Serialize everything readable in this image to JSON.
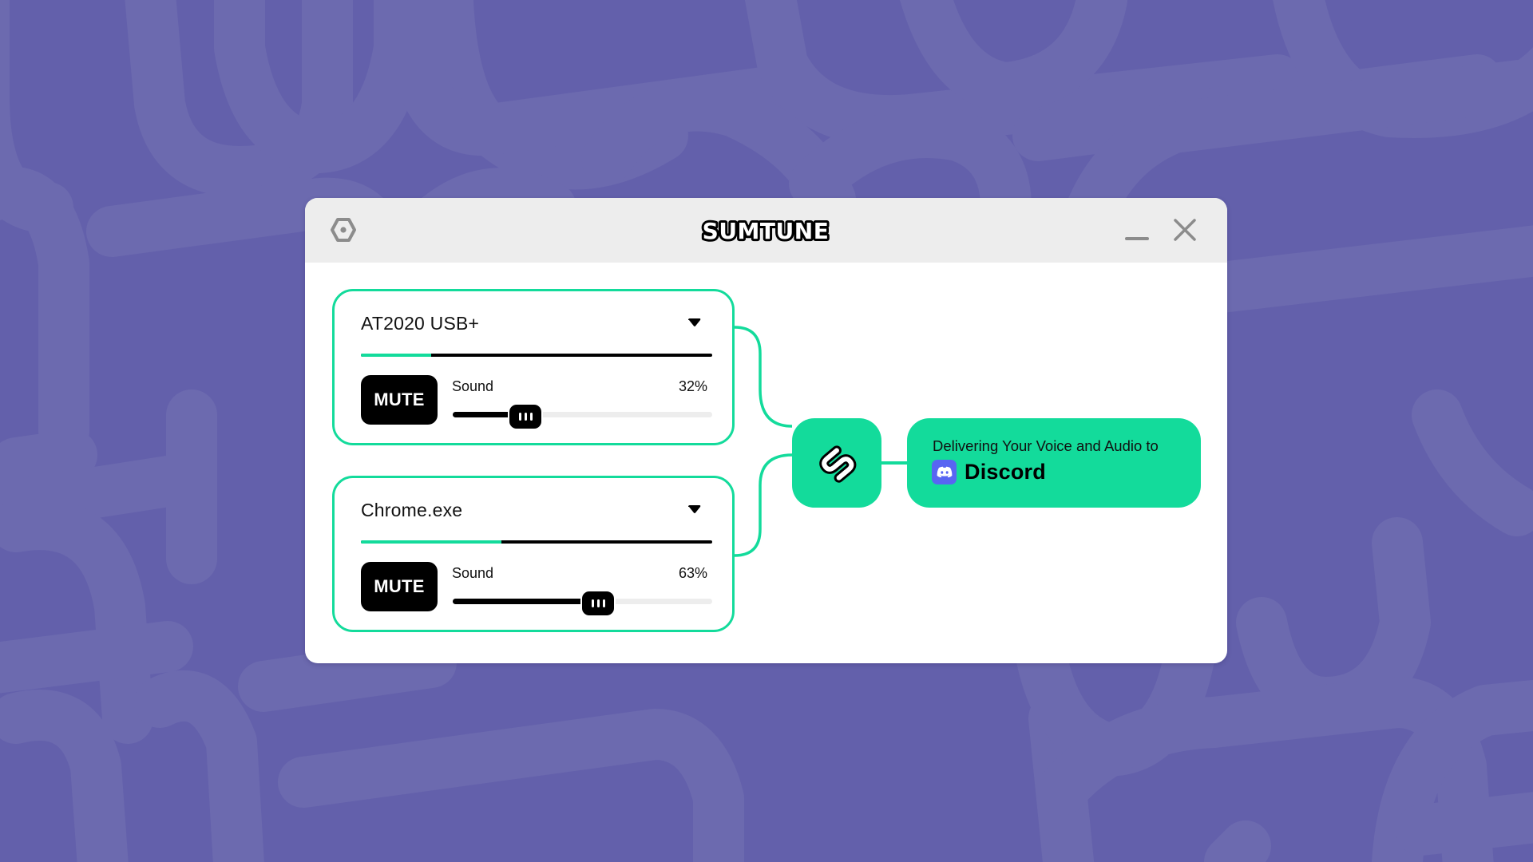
{
  "app": {
    "title": "SUMTUNE",
    "accent_color": "#13DB9B",
    "background_color": "#6360AB",
    "pattern_color": "#6C6AAF"
  },
  "titlebar": {
    "settings_icon": "hexagon-gear-icon",
    "minimize_icon": "minimize-icon",
    "close_icon": "close-icon"
  },
  "inputs": [
    {
      "device_name": "AT2020 USB+",
      "dropdown_icon": "caret-down-icon",
      "level_meter_percent": 20,
      "mute_label": "MUTE",
      "sound_label": "Sound",
      "volume_percent": 32,
      "volume_display": "32%"
    },
    {
      "device_name": "Chrome.exe",
      "dropdown_icon": "caret-down-icon",
      "level_meter_percent": 40,
      "mute_label": "MUTE",
      "sound_label": "Sound",
      "volume_percent": 63,
      "volume_display": "63%"
    }
  ],
  "hub": {
    "icon": "sumtune-s-logo-icon"
  },
  "output": {
    "caption": "Delivering Your Voice and Audio to",
    "target_name": "Discord",
    "target_icon": "discord-icon",
    "target_icon_color": "#5865F2"
  }
}
